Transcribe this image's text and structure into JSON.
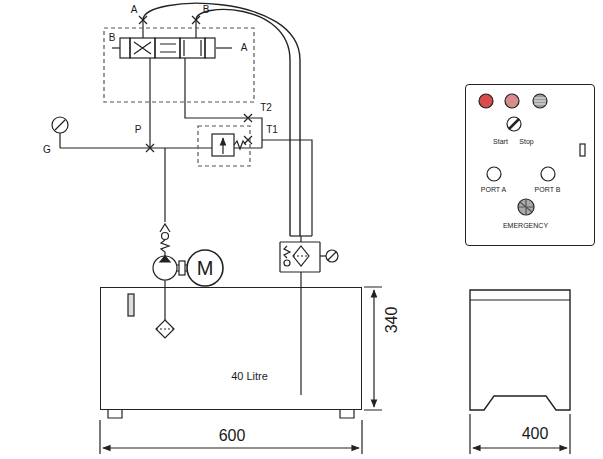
{
  "diagram": {
    "nodes": [
      {
        "text": [
          "M"
        ]
      },
      {
        "text": [
          "40 Litre"
        ]
      },
      {
        "text": [
          "Start",
          "Stop",
          "PORT A",
          "PORT B",
          "EMERGENCY"
        ]
      }
    ],
    "labels": [
      "A",
      "B",
      "B",
      "A",
      "T2",
      "P",
      "T1",
      "G",
      "340",
      "600",
      "400"
    ]
  }
}
